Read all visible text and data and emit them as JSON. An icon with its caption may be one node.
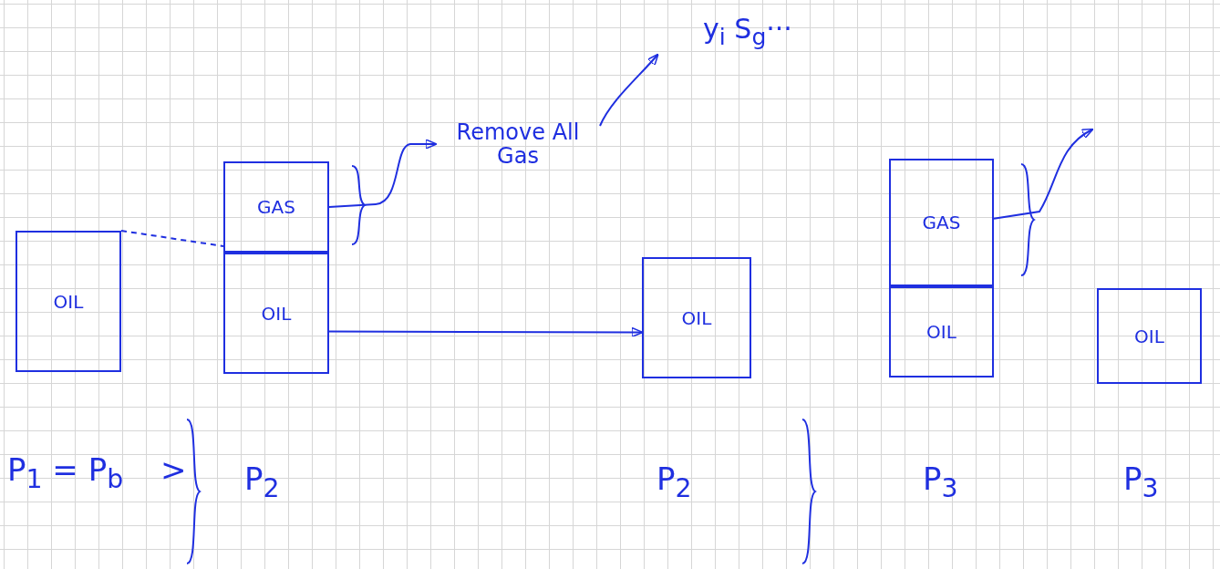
{
  "diagram": {
    "nodes": [
      {
        "text": [
          "OIL"
        ]
      },
      {
        "text": [
          "GAS"
        ]
      },
      {
        "text": [
          "OIL"
        ]
      },
      {
        "text": [
          "Remove All Gas"
        ]
      },
      {
        "text": [
          "y$_{i}$ S$_{g}$···"
        ]
      },
      {
        "text": [
          "OIL"
        ]
      },
      {
        "text": [
          "GAS"
        ]
      },
      {
        "text": [
          "OIL"
        ]
      },
      {
        "text": [
          "OIL"
        ]
      }
    ],
    "edges": [
      {
        "from": 0,
        "to": 1,
        "arrow": "none",
        "style": "dashed"
      },
      {
        "from": 1,
        "to": 3,
        "arrow": "to"
      },
      {
        "from": 3,
        "to": 4,
        "arrow": "to"
      },
      {
        "from": 2,
        "to": 5,
        "arrow": "to"
      },
      {
        "from": 6,
        "to": null,
        "arrow": "to"
      }
    ],
    "labels": [
      "P$_{1}$ = P$_{b}$",
      ">",
      "P$_{2}$",
      "P$_{2}$",
      "P$_{3}$",
      "P$_{3}$"
    ]
  }
}
